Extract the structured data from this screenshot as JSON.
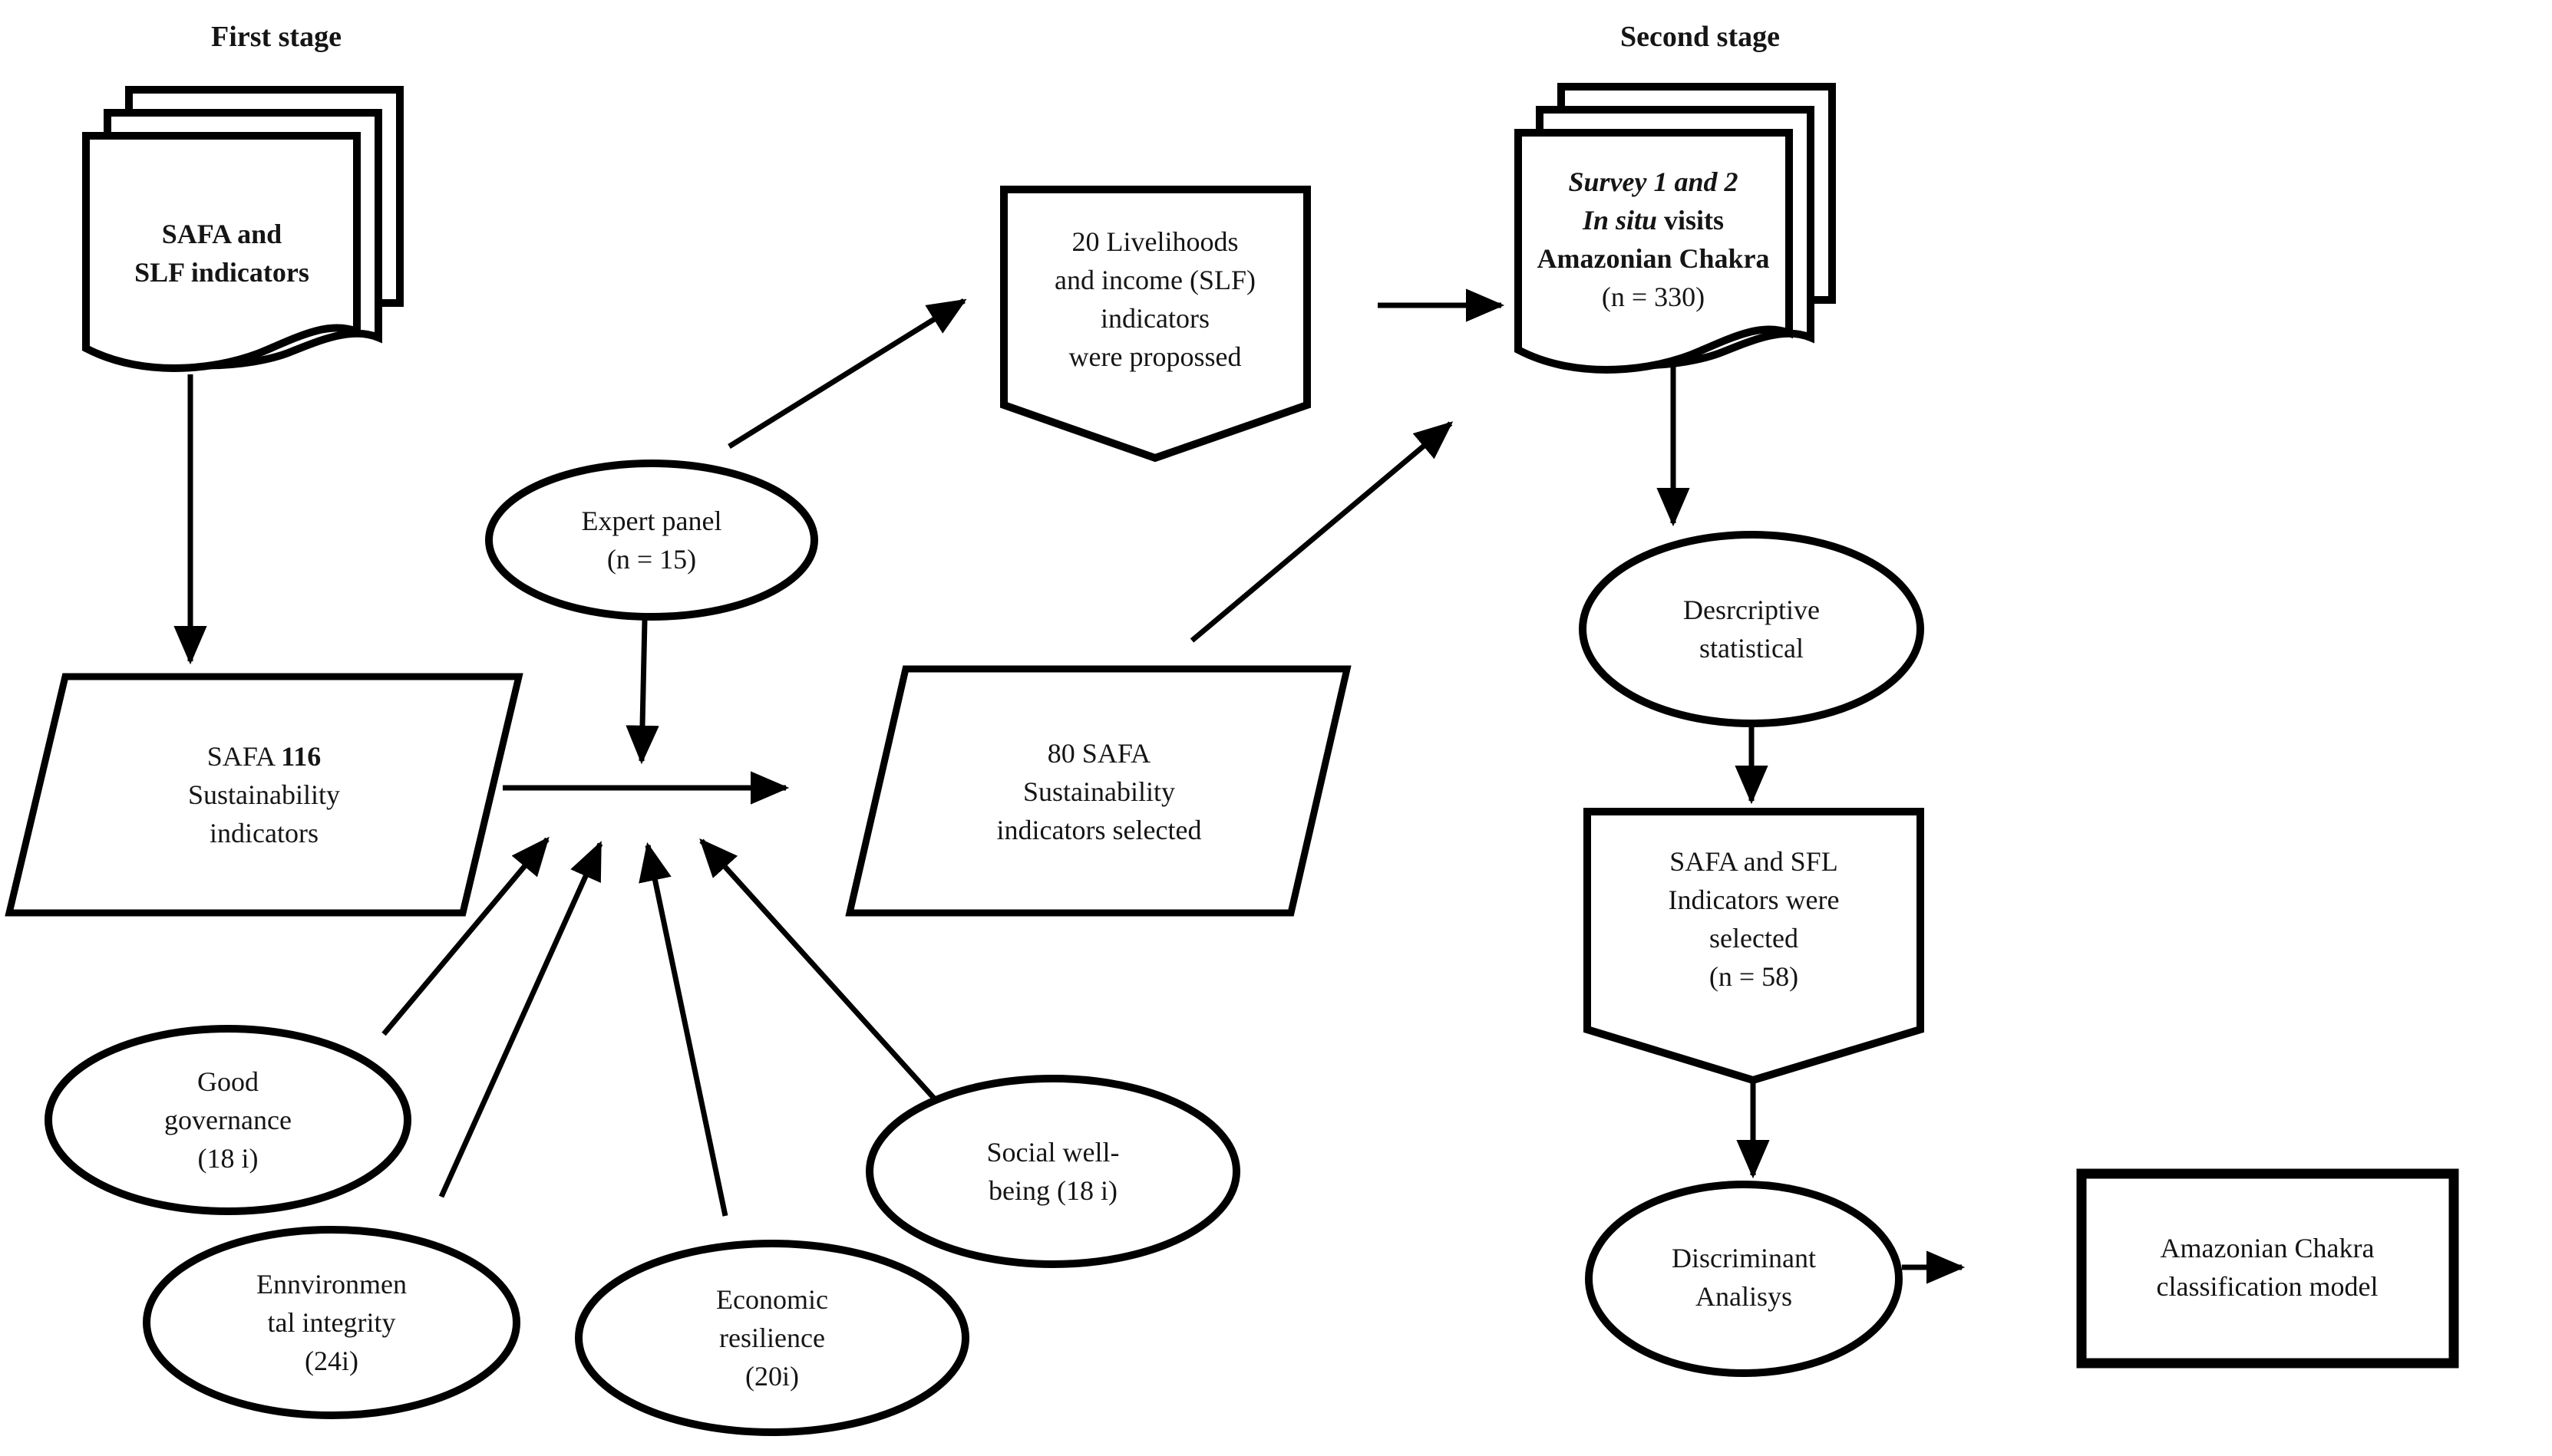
{
  "diagram": {
    "stage1_title": "First stage",
    "stage2_title": "Second stage"
  },
  "colors": {
    "line": "#000000",
    "background": "#ffffff",
    "text": "#151515"
  },
  "nodes": {
    "safa_slf_documents": {
      "shape": "document-stack",
      "line1": "SAFA and",
      "line2": "SLF indicators"
    },
    "safa116": {
      "shape": "parallelogram",
      "line1_normal": "SAFA ",
      "line1_bold": "116",
      "line2": "Sustainability",
      "line3": "indicators"
    },
    "expert_panel": {
      "shape": "ellipse",
      "line1": "Expert panel",
      "line2": "(n = 15)"
    },
    "livelihoods": {
      "shape": "pentagon-down",
      "line1": "20 Livelihoods",
      "line2": "and income (SLF)",
      "line3": "indicators",
      "line4": "were propossed"
    },
    "safa80": {
      "shape": "parallelogram",
      "line1": "80 SAFA",
      "line2": "Sustainability",
      "line3": "indicators selected"
    },
    "good_governance": {
      "shape": "ellipse",
      "line1": "Good",
      "line2": "governance",
      "line3": "(18 i)"
    },
    "environmental_integrity": {
      "shape": "ellipse",
      "line1": "Ennvironmen",
      "line2": "tal integrity",
      "line3": "(24i)"
    },
    "economic_resilience": {
      "shape": "ellipse",
      "line1": "Economic",
      "line2": "resilience",
      "line3": "(20i)"
    },
    "social_well_being": {
      "shape": "ellipse",
      "line1": "Social well-",
      "line2": "being (18 i)"
    },
    "survey": {
      "shape": "document-stack",
      "line1": "Survey 1 and 2",
      "line2_italic": "In situ",
      "line2_rest": " visits",
      "line3": "Amazonian Chakra",
      "line4": "(n = 330)"
    },
    "descriptive": {
      "shape": "ellipse",
      "line1": "Desrcriptive",
      "line2": "statistical"
    },
    "safa_sfl_selected": {
      "shape": "pentagon-down",
      "line1": "SAFA and SFL",
      "line2": "Indicators were",
      "line3": "selected",
      "line4": "(n = 58)"
    },
    "discriminant": {
      "shape": "ellipse",
      "line1": "Discriminant",
      "line2": "Analisys"
    },
    "classification_model": {
      "shape": "rectangle",
      "line1": "Amazonian Chakra",
      "line2": "classification model"
    }
  },
  "connections": [
    {
      "from": "safa-slf-documents",
      "to": "safa116"
    },
    {
      "from": "expert-panel",
      "to": "livelihoods"
    },
    {
      "from": "expert-panel",
      "to": "selection-junction"
    },
    {
      "from": "safa116",
      "to": "safa80"
    },
    {
      "from": "good-governance",
      "to": "selection-junction"
    },
    {
      "from": "environmental-integrity",
      "to": "selection-junction"
    },
    {
      "from": "economic-resilience",
      "to": "selection-junction"
    },
    {
      "from": "social-well-being",
      "to": "selection-junction"
    },
    {
      "from": "livelihoods",
      "to": "survey"
    },
    {
      "from": "safa80",
      "to": "survey"
    },
    {
      "from": "survey",
      "to": "descriptive"
    },
    {
      "from": "descriptive",
      "to": "safa-sfl-selected"
    },
    {
      "from": "safa-sfl-selected",
      "to": "discriminant"
    },
    {
      "from": "discriminant",
      "to": "classification-model"
    }
  ]
}
